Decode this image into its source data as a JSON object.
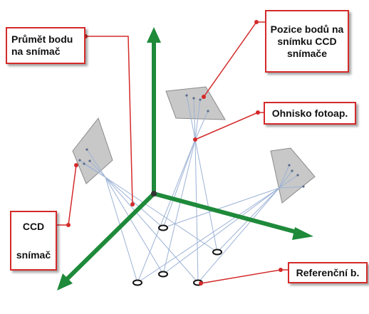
{
  "labels": {
    "prumet": [
      "Průmět bodu",
      "na snímač"
    ],
    "pozice": [
      "Pozice bodů na",
      "snímku CCD",
      "snímače"
    ],
    "ohnisko": "Ohnisko fotoap.",
    "ccd": [
      "CCD",
      "snímač"
    ],
    "referencni": "Referenční b."
  },
  "colors": {
    "axis": "#1e8a3a",
    "leader": "#d42a2a",
    "ray": "#9db3d6",
    "sensor_fill": "#c8c8c8",
    "sensor_stroke": "#8a8a8a",
    "marker": "#111111"
  }
}
